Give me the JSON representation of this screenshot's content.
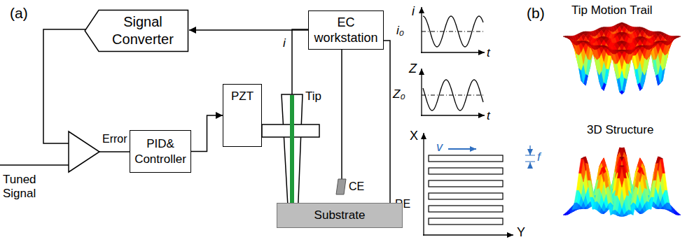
{
  "diagram": {
    "nodes": [
      {
        "text": [
          "Signal Converter"
        ]
      },
      {
        "text": [
          "EC workstation"
        ]
      },
      {
        "text": [
          "PID& Controller"
        ]
      },
      {
        "text": [
          "PZT"
        ]
      },
      {
        "text": [
          "Substrate"
        ]
      }
    ],
    "edges": [
      {
        "from": 1,
        "to": 0,
        "arrow": "to"
      },
      {
        "from": 2,
        "to": 3,
        "arrow": "to"
      }
    ],
    "labels": [
      "(a)",
      "Error",
      "Tuned Signal",
      "i",
      "Tip",
      "CE",
      "RE",
      "i",
      "i₀",
      "t",
      "Z",
      "Z₀",
      "t",
      "X",
      "Y",
      "v",
      "f",
      "(b)",
      "Tip Motion Trail",
      "3D Structure"
    ]
  }
}
